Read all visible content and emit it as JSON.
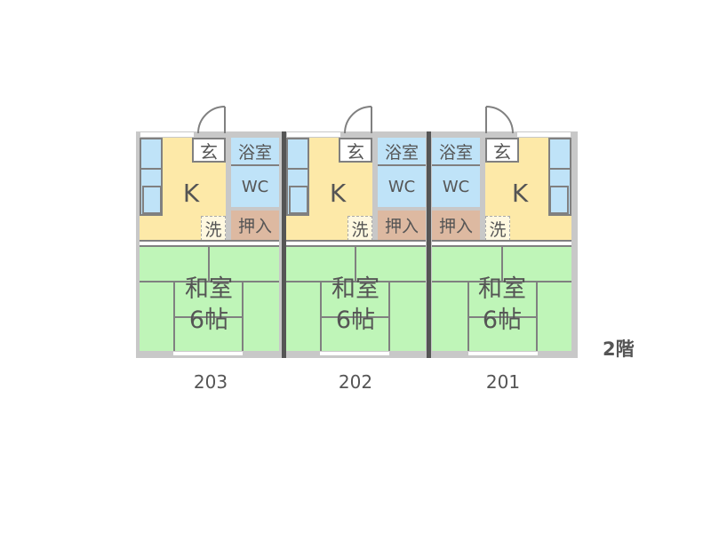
{
  "units": [
    {
      "number": "203",
      "kitchen": "K",
      "entrance": "玄",
      "bath": "浴室",
      "toilet": "WC",
      "closet": "押入",
      "washer": "洗",
      "room": "和室",
      "room_size": "6帖"
    },
    {
      "number": "202",
      "kitchen": "K",
      "entrance": "玄",
      "bath": "浴室",
      "toilet": "WC",
      "closet": "押入",
      "washer": "洗",
      "room": "和室",
      "room_size": "6帖"
    },
    {
      "number": "201",
      "kitchen": "K",
      "entrance": "玄",
      "bath": "浴室",
      "toilet": "WC",
      "closet": "押入",
      "washer": "洗",
      "room": "和室",
      "room_size": "6帖"
    }
  ],
  "floor_label": "2階",
  "colors": {
    "kitchen": "#fde9a8",
    "wet": "#bfe3f8",
    "closet": "#ddb9a1",
    "tatami": "#bff5b8",
    "wall": "#c8c8c8",
    "party_wall": "#555555"
  }
}
